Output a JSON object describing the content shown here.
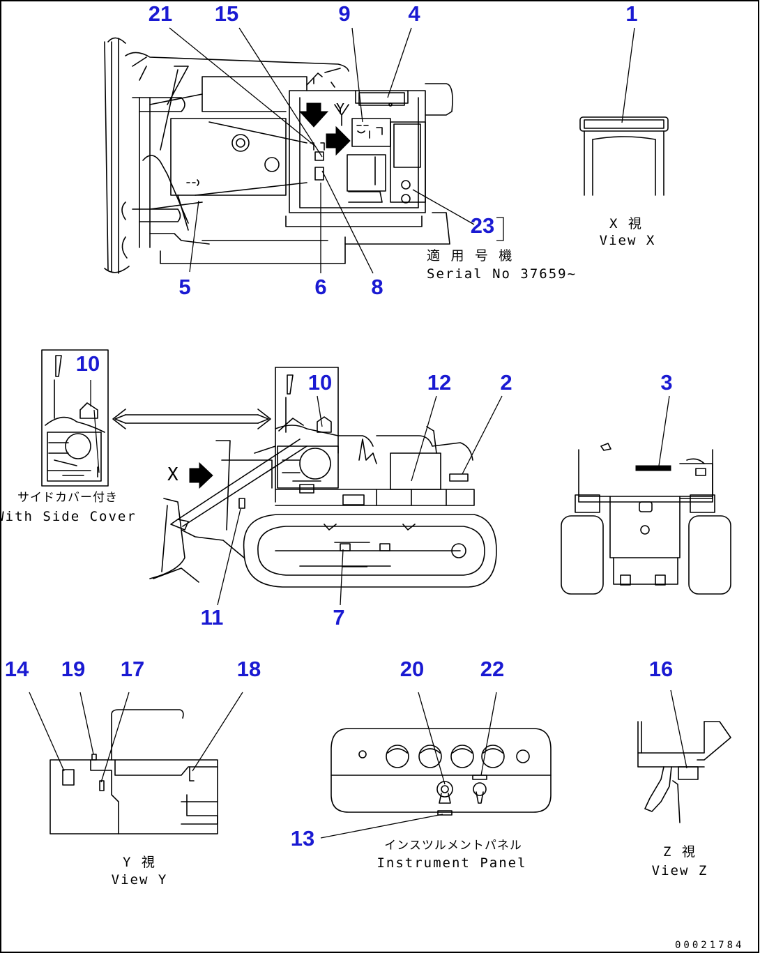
{
  "callouts": [
    "1",
    "2",
    "3",
    "4",
    "5",
    "6",
    "7",
    "8",
    "9",
    "10",
    "10",
    "11",
    "12",
    "13",
    "14",
    "15",
    "16",
    "17",
    "18",
    "19",
    "20",
    "21",
    "22",
    "23"
  ],
  "captions": {
    "view_x_jp": "X  視",
    "view_x_en": "View X",
    "serial_jp": "適 用 号 機",
    "serial_en": "Serial No 37659~",
    "side_cover_jp": "サイドカバー付き",
    "side_cover_en": "With Side Cover",
    "view_y_jp": "Y  視",
    "view_y_en": "View Y",
    "panel_jp": "インスツルメントパネル",
    "panel_en": "Instrument Panel",
    "view_z_jp": "Z  視",
    "view_z_en": "View Z",
    "x_marker": "X",
    "y_marker": "Y",
    "drawing_code": "00021784"
  },
  "colors": {
    "callout": "#1a1ad2",
    "line": "#000000",
    "background": "#ffffff"
  }
}
